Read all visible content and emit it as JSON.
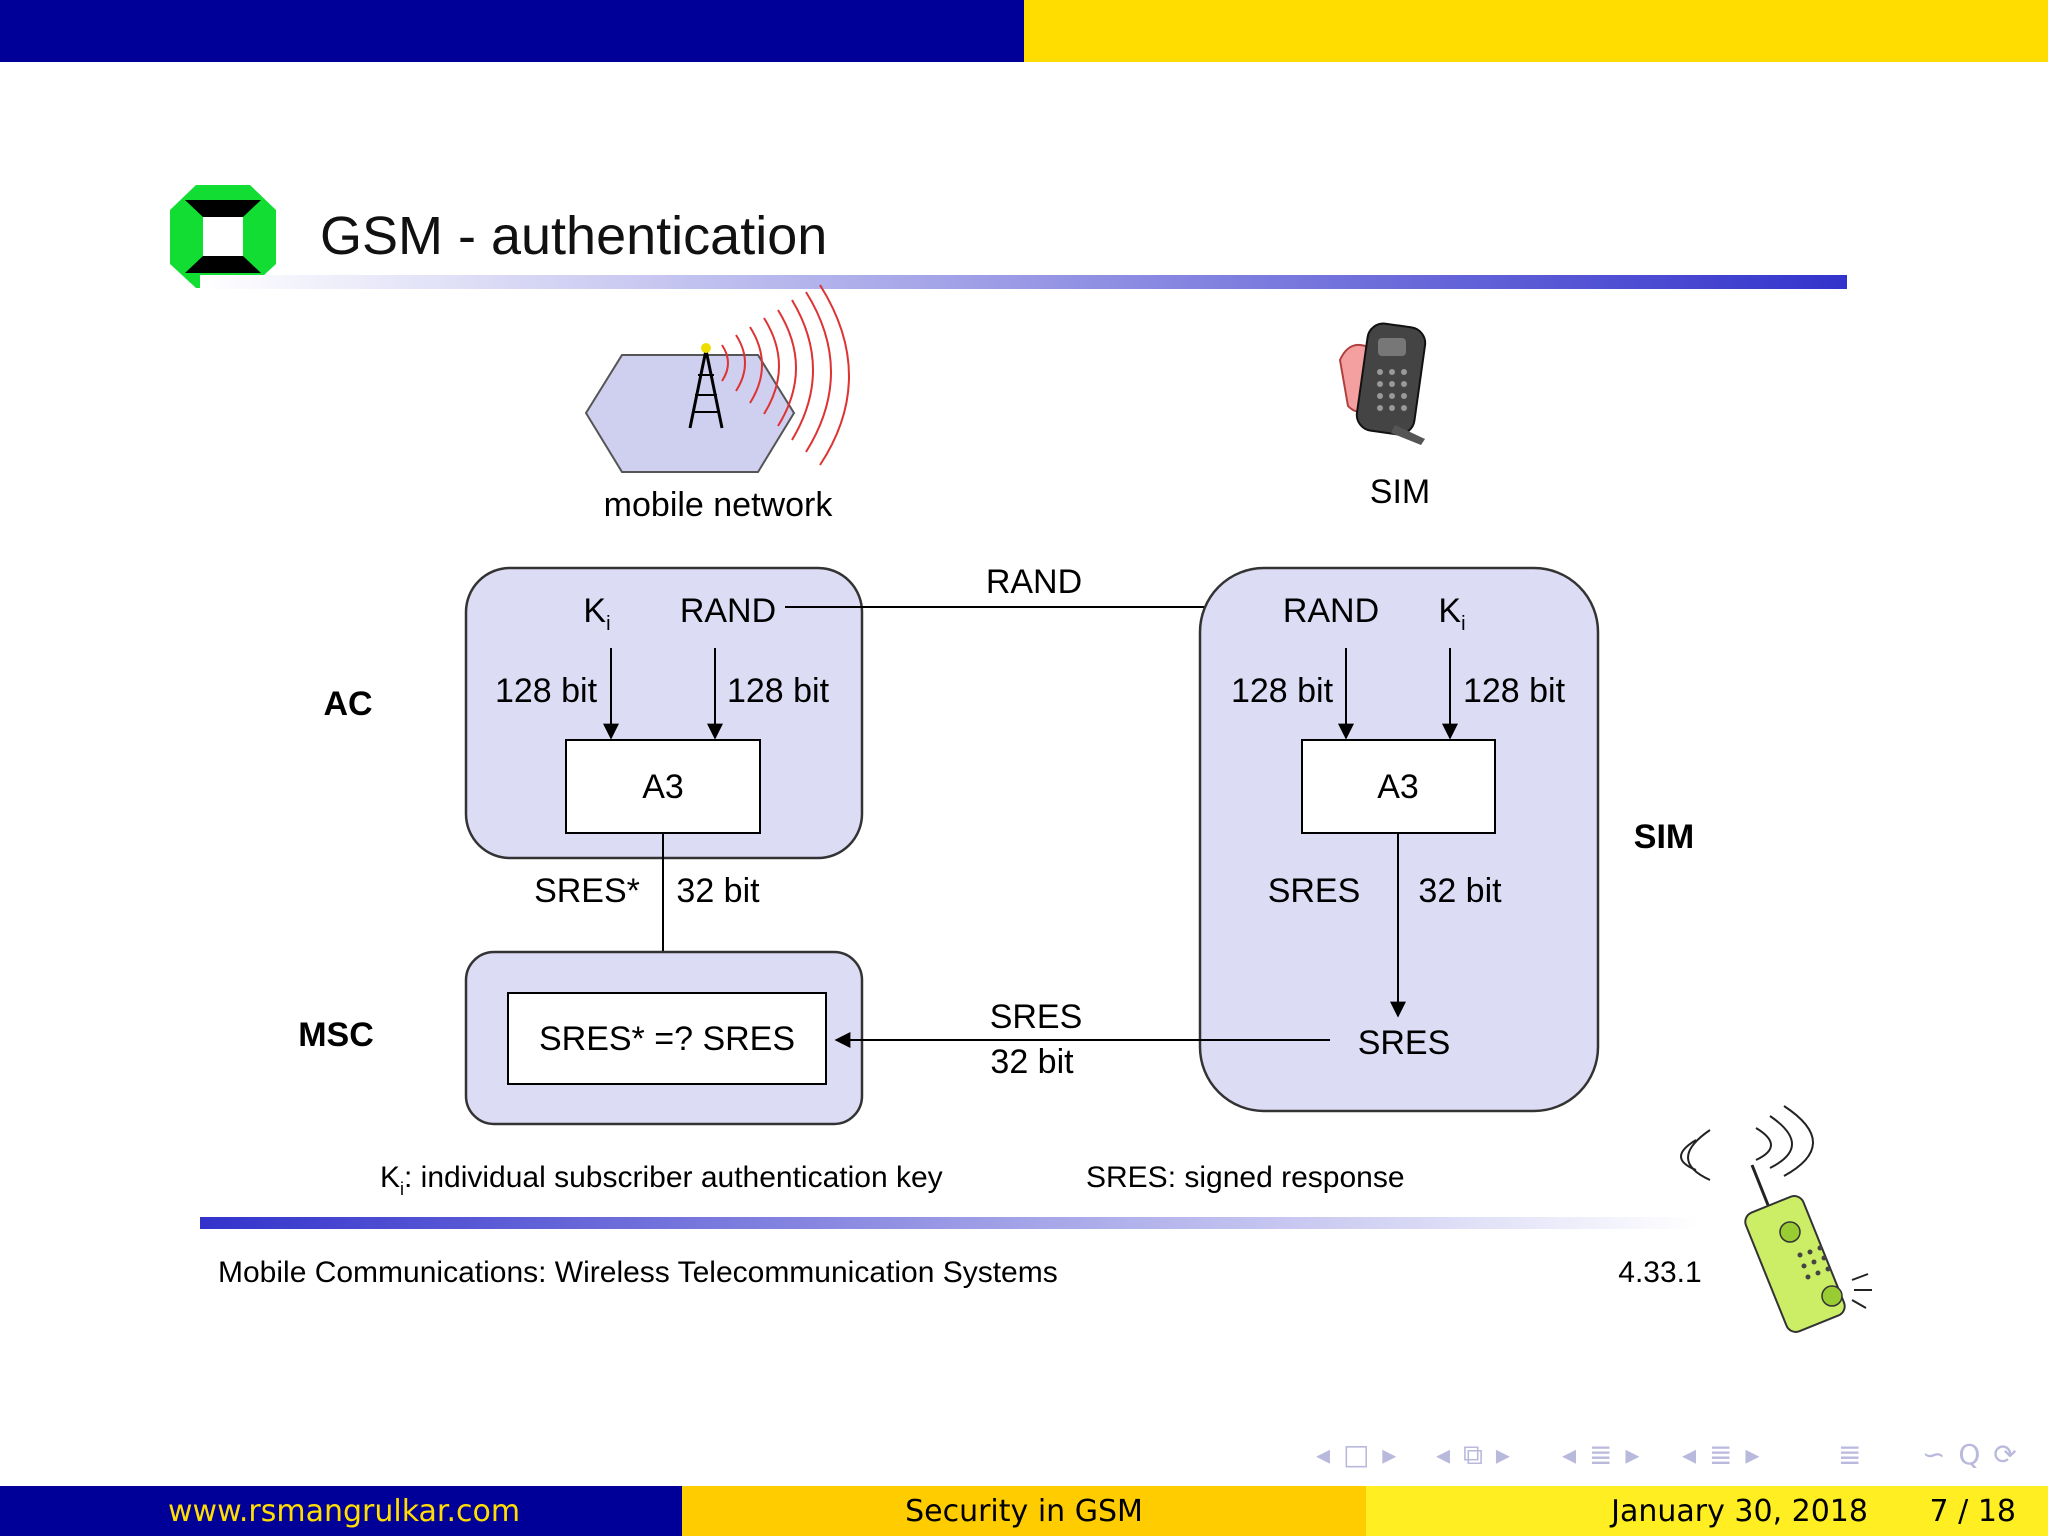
{
  "slide": {
    "title": "GSM - authentication",
    "mobile_network_label": "mobile network",
    "sim_icon_label": "SIM",
    "ac_label": "AC",
    "msc_label": "MSC",
    "sim_side_label": "SIM",
    "ac_box": {
      "ki_label": "K",
      "ki_sub": "i",
      "rand_label": "RAND",
      "ki_bits": "128 bit",
      "rand_bits": "128 bit",
      "a3_label": "A3"
    },
    "sres_star_label": "SRES*",
    "sres_star_bits": "32 bit",
    "rand_arrow_label": "RAND",
    "sim_box": {
      "rand_label": "RAND",
      "ki_label": "K",
      "ki_sub": "i",
      "rand_bits": "128 bit",
      "ki_bits": "128 bit",
      "a3_label": "A3",
      "sres_label": "SRES",
      "sres_bits": "32 bit",
      "sres_output": "SRES"
    },
    "msc_compare": "SRES* =? SRES",
    "sres_arrow_label": "SRES",
    "sres_arrow_bits": "32 bit",
    "legend_ki_main": "K",
    "legend_ki_sub": "i",
    "legend_ki_text": ": individual subscriber authentication key",
    "legend_sres": "SRES: signed response",
    "bottom_caption": "Mobile Communications: Wireless  Telecommunication Systems",
    "slide_code": "4.33.1"
  },
  "footer": {
    "website": "www.rsmangrulkar.com",
    "title": "Security in GSM",
    "date": "January 30, 2018",
    "pages": "7 / 18"
  },
  "nav": {
    "frame": "◂ □ ▸",
    "subsection": "◂ ⧉ ▸",
    "section": "◂ ≣ ▸",
    "subsub": "◂ ≣ ▸",
    "outline": "≣",
    "search": "∽ Q ⟳"
  },
  "colors": {
    "header_blue": "#000099",
    "header_yellow": "#ffdd00",
    "box_fill": "#dcdcf4",
    "title_rule": "#3333cc",
    "logo_green": "#11dd33"
  }
}
